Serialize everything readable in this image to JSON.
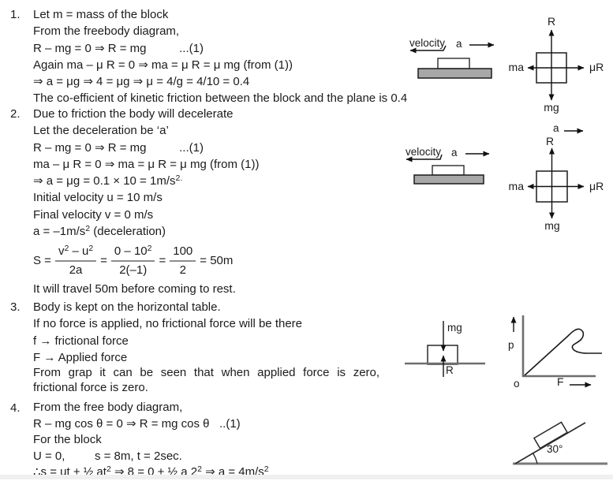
{
  "colors": {
    "text": "#1b1b1b",
    "slab_fill": "#a8a8a8",
    "axis_gray": "#6e6e6e",
    "fraction_bar": "#8c8c8c",
    "bottom_strip": "#eff1ef"
  },
  "problems": {
    "p1": {
      "number": "1.",
      "l1": "Let m = mass of the block",
      "l2": "From the freebody diagram,",
      "l3": "R – mg = 0 ⇒ R = mg          ...(1)",
      "l4": "Again ma – μ R = 0 ⇒ ma = μ R = μ mg (from (1))",
      "l5": "⇒ a = μg ⇒ 4 = μg ⇒ μ = 4/g = 4/10 = 0.4",
      "l6": "The co-efficient of kinetic friction between the block and the plane is 0.4"
    },
    "p2": {
      "number": "2.",
      "l1": "Due to friction the body will decelerate",
      "l2": "Let the deceleration be ‘a’",
      "l3": "R – mg = 0 ⇒ R = mg          ...(1)",
      "l4": "ma – μ R = 0 ⇒ ma = μ R = μ mg (from (1))",
      "l5a": "⇒ a = μg = 0.1 × 10 = 1m/s",
      "l5sup": "2.",
      "l6": "Initial velocity u = 10 m/s",
      "l7": "Final velocity v = 0 m/s",
      "l8a": "a = –1m/s",
      "l8sup": "2",
      "l8b": " (deceleration)",
      "s_eq": {
        "lhs": "S =",
        "f1_num_a": "v",
        "f1_num_s1": "2",
        "f1_num_b": " – u",
        "f1_num_s2": "2",
        "f1_den": "2a",
        "eq1": "=",
        "f2_num_a": "0 – 10",
        "f2_num_s": "2",
        "f2_den": "2(–1)",
        "eq2": "=",
        "f3_num": "100",
        "f3_den": "2",
        "rhs": "= 50m"
      },
      "l10": "It will travel 50m before coming to rest."
    },
    "p3": {
      "number": "3.",
      "l1": "Body is kept on the horizontal table.",
      "l2": "If no force is applied, no frictional force will be there",
      "l3": "f → frictional force",
      "l4": "F → Applied force",
      "l5": "From grap it can be seen that when applied force is zero,",
      "l6": "frictional force is zero."
    },
    "p4": {
      "number": "4.",
      "l1": "From the free body diagram,",
      "l2": "R – mg cos θ = 0 ⇒ R = mg cos θ   ..(1)",
      "l3": "For the block",
      "l4": "U = 0,         s = 8m, t = 2sec.",
      "l5a": "∴s = ut + ½ at",
      "l5s1": "2",
      "l5b": " ⇒ 8 = 0 + ½ a 2",
      "l5s2": "2",
      "l5c": " ⇒ a = 4m/s",
      "l5s3": "2"
    }
  },
  "diagrams": {
    "d1": {
      "velocity": "velocity",
      "a": "a",
      "fbd": {
        "up": "R",
        "down": "mg",
        "left": "ma",
        "right": "μR"
      }
    },
    "d2": {
      "a_top": "a",
      "velocity": "velocity",
      "a": "a",
      "fbd": {
        "up": "R",
        "down": "mg",
        "left": "ma",
        "right": "μR"
      }
    },
    "d3": {
      "mg": "mg",
      "R": "R",
      "graph": {
        "ylabel": "p",
        "xlabel": "F",
        "origin": "o"
      }
    },
    "d4": {
      "angle": "30°"
    }
  }
}
